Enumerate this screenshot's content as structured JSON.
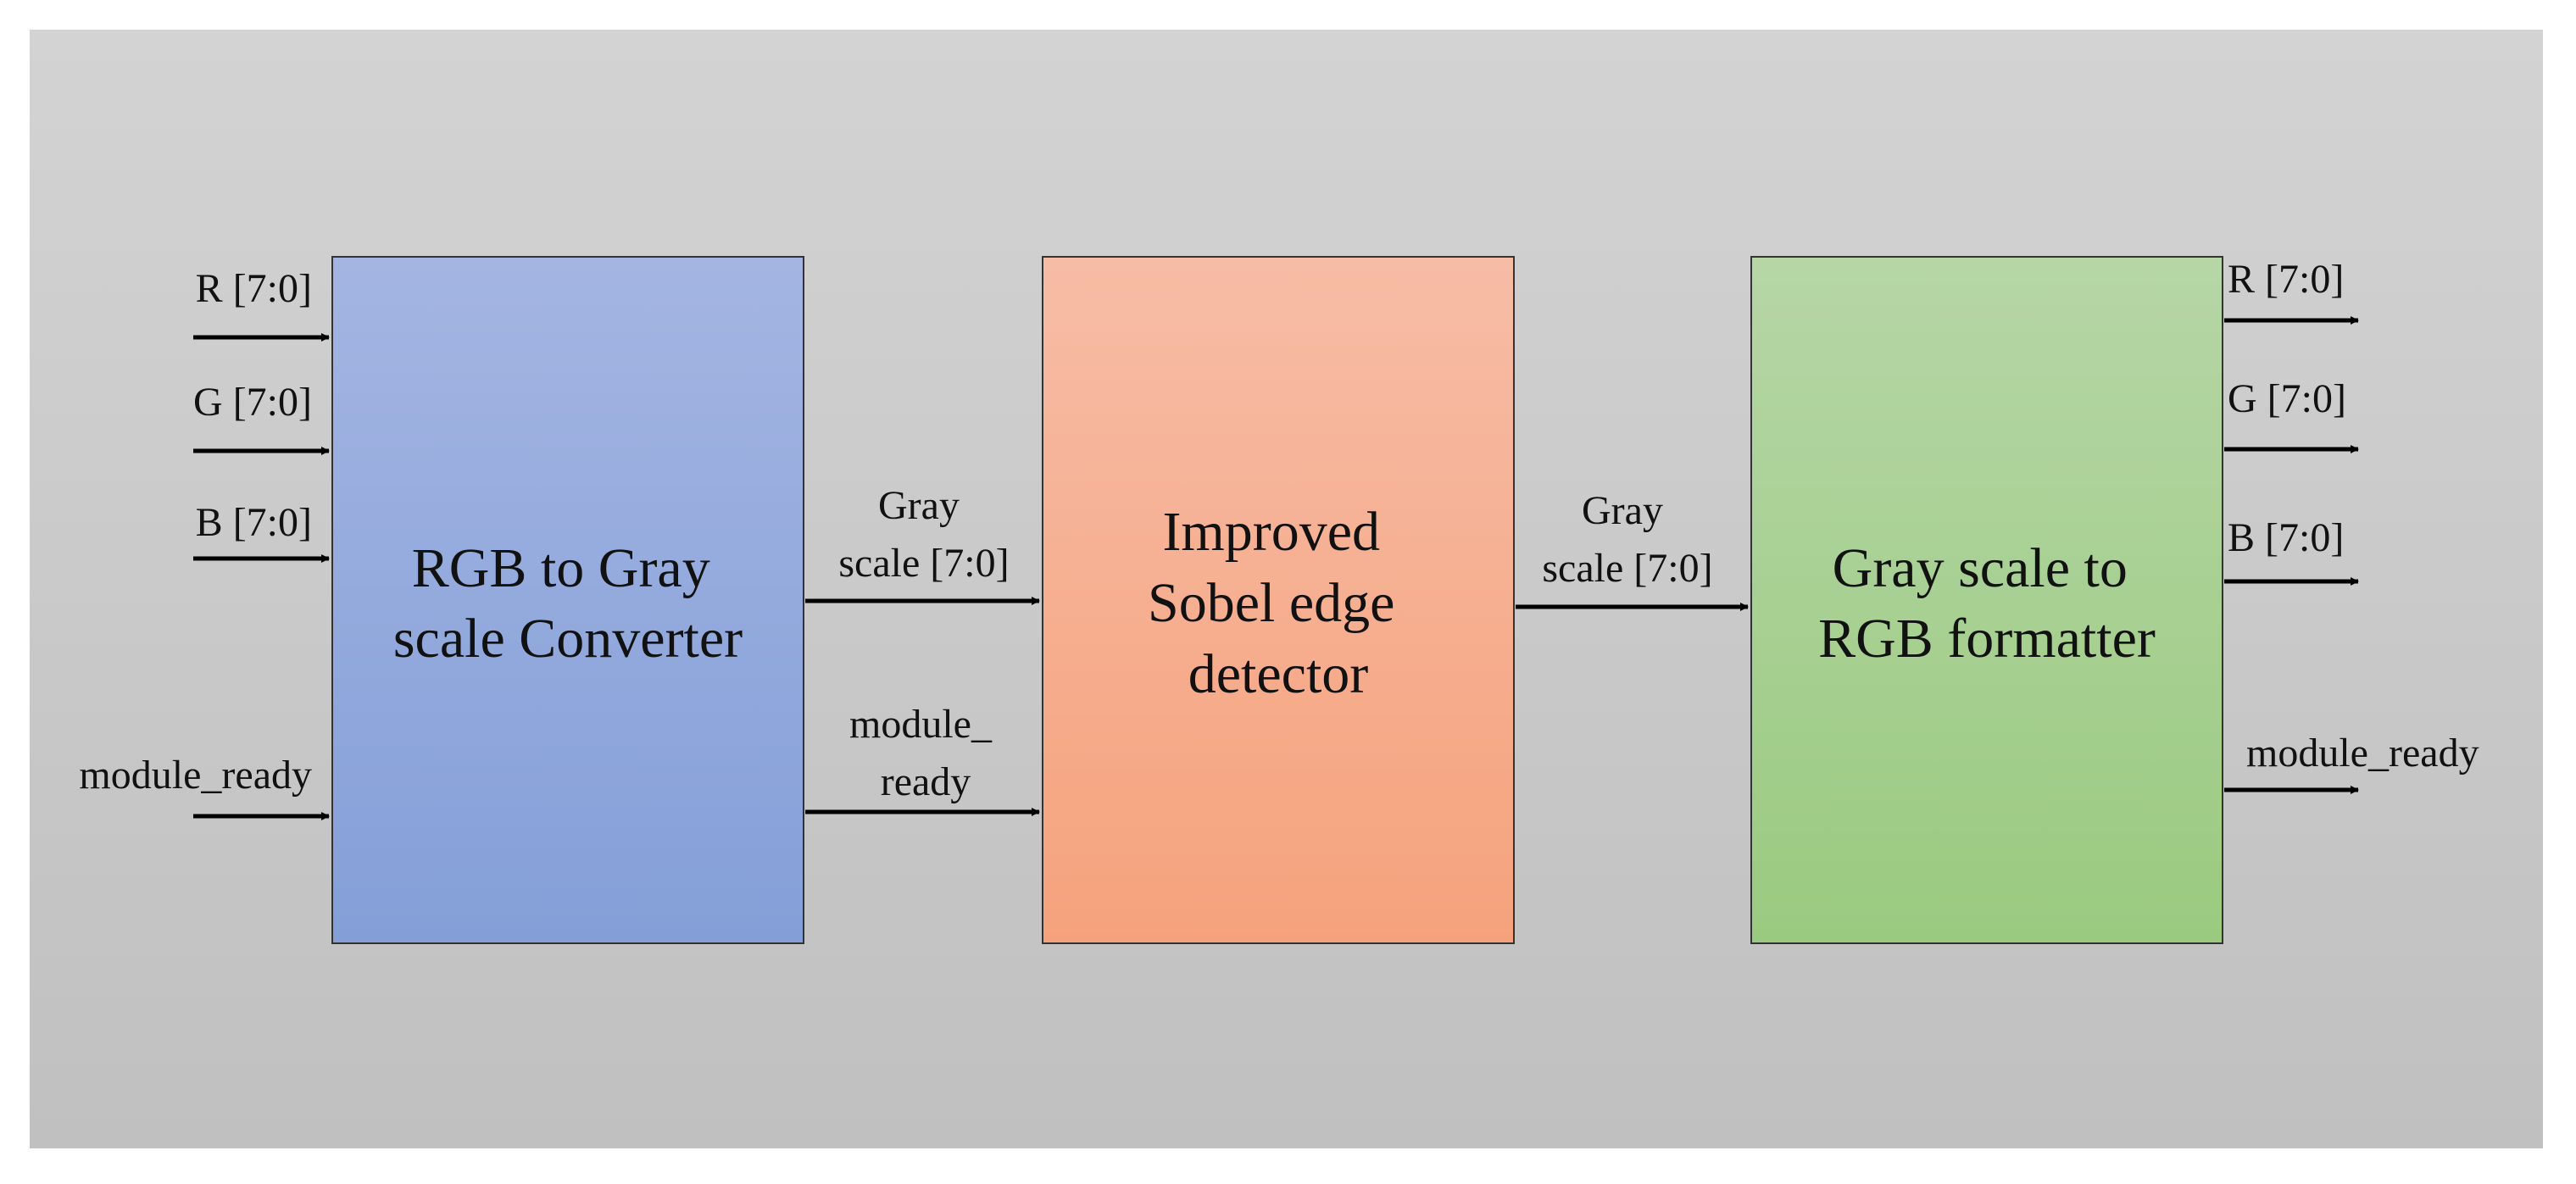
{
  "blocks": {
    "converter": {
      "lines": [
        "RGB to Gray",
        "scale Converter"
      ],
      "color_top": "#A4B5E2",
      "color_bottom": "#849FD8"
    },
    "detector": {
      "lines": [
        "Improved",
        "Sobel edge",
        "detector"
      ],
      "color_top": "#F7BCA6",
      "color_bottom": "#F5A27C"
    },
    "formatter": {
      "lines": [
        "Gray scale to",
        "RGB formatter"
      ],
      "color_top": "#B6D6A6",
      "color_bottom": "#9ACA80"
    }
  },
  "inputs": {
    "r": "R [7:0]",
    "g": "G [7:0]",
    "b": "B [7:0]",
    "module_ready": "module_ready"
  },
  "links": {
    "gray1": [
      "Gray",
      "scale [7:0]"
    ],
    "ready1": [
      "module_",
      "ready"
    ],
    "gray2": [
      "Gray",
      "scale [7:0]"
    ]
  },
  "outputs": {
    "r": "R [7:0]",
    "g": "G [7:0]",
    "b": "B [7:0]",
    "module_ready": "module_ready"
  },
  "colors": {
    "background_top": "#D3D3D3",
    "background_bottom": "#C0C0C0",
    "wire": "#000000"
  }
}
